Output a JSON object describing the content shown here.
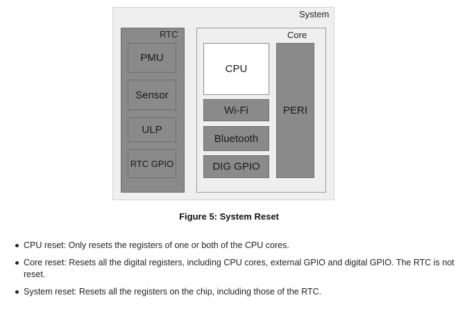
{
  "diagram": {
    "system_label": "System",
    "rtc_label": "RTC",
    "core_label": "Core",
    "rtc_blocks": [
      "PMU",
      "Sensor",
      "ULP",
      "RTC GPIO"
    ],
    "core_blocks": [
      "CPU",
      "Wi-Fi",
      "Bluetooth",
      "DIG GPIO"
    ],
    "peri_label": "PERI"
  },
  "caption": "Figure 5: System Reset",
  "bullets": [
    "CPU reset: Only resets the registers of one or both of the CPU cores.",
    "Core reset: Resets all the digital registers, including CPU cores, external GPIO and digital GPIO. The RTC is not reset.",
    "System reset: Resets all the registers on the chip, including those of the RTC."
  ]
}
